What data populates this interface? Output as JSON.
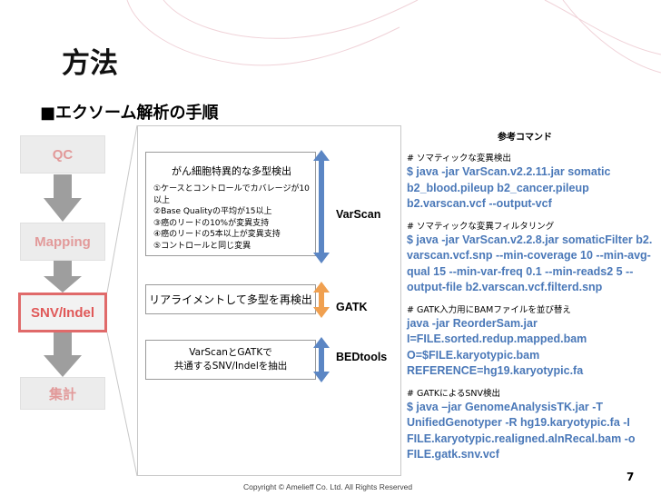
{
  "title": "方法",
  "subtitle": "■エクソーム解析の手順",
  "reference_header": "参考コマンド",
  "steps": [
    {
      "label": "QC"
    },
    {
      "label": "Mapping"
    },
    {
      "label": "SNV/Indel"
    },
    {
      "label": "集計"
    }
  ],
  "box1": {
    "heading": "がん細胞特異的な多型検出",
    "items": [
      "①ケースとコントロールでカバレージが10以上",
      "②Base Qualityの平均が15以上",
      "③癌のリードの10%が変異支持",
      "④癌のリードの5本以上が変異支持",
      "⑤コントロールと同じ変異"
    ]
  },
  "box2": {
    "text": "リアライメントして多型を再検出"
  },
  "box3": {
    "line1": "VarScanとGATKで",
    "line2": "共通するSNV/Indelを抽出"
  },
  "tools": {
    "varscan": "VarScan",
    "gatk": "GATK",
    "bedtools": "BEDtools"
  },
  "tool_colors": {
    "varscan": "#5b86c4",
    "gatk": "#f0a050",
    "bedtools": "#5b86c4"
  },
  "commands": [
    {
      "comment": "# ソマティックな変異検出",
      "lines": [
        "$ java -jar VarScan.v2.2.11.jar   somatic",
        "b2_blood.pileup b2_cancer.pileup",
        "b2.varscan.vcf --output-vcf"
      ]
    },
    {
      "comment": "#  ソマティックな変異フィルタリング",
      "lines": [
        "$ java -jar VarScan.v2.2.8.jar somaticFilter b2.",
        "varscan.vcf.snp --min-coverage 10 --min-avg-",
        "qual 15  --min-var-freq 0.1 --min-reads2 5 --",
        "output-file b2.varscan.vcf.filterd.snp"
      ]
    },
    {
      "comment": "# GATK入力用にBAMファイルを並び替え",
      "lines": [
        "java -jar ReorderSam.jar",
        "I=FILE.sorted.redup.mapped.bam",
        "O=$FILE.karyotypic.bam",
        "REFERENCE=hg19.karyotypic.fa"
      ]
    },
    {
      "comment": "# GATKによるSNV検出",
      "lines": [
        "$ java –jar GenomeAnalysisTK.jar -T",
        "UnifiedGenotyper -R hg19.karyotypic.fa -I",
        "FILE.karyotypic.realigned.alnRecal.bam -o",
        "FILE.gatk.snv.vcf"
      ]
    }
  ],
  "footer": {
    "copyright": "Copyright © Amelieff Co. Ltd. All Rights Reserved",
    "page": "7"
  }
}
